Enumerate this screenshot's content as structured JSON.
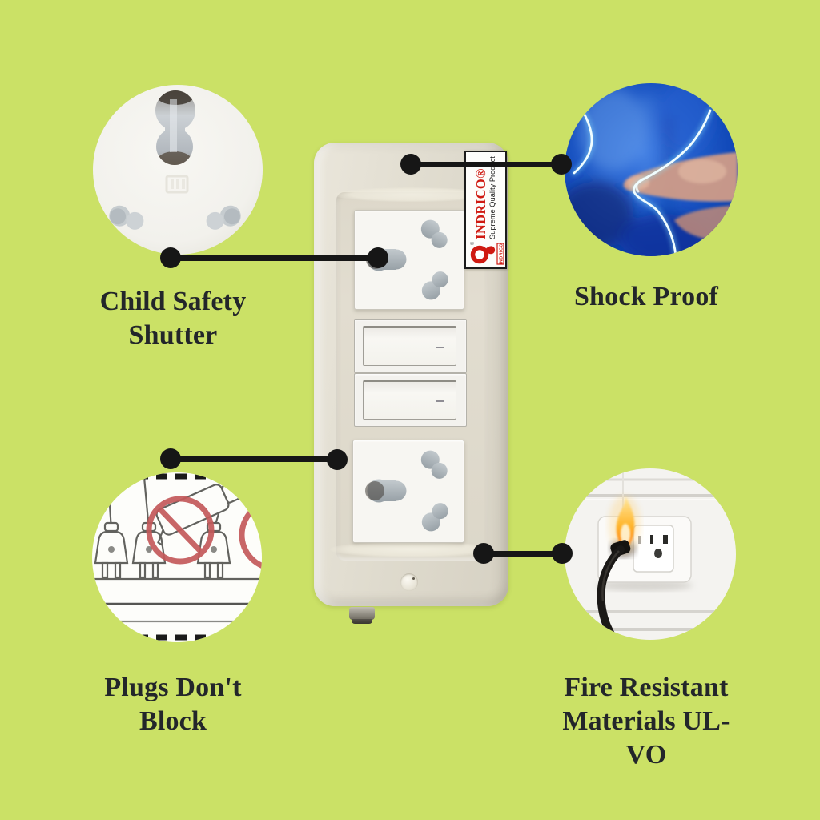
{
  "background_color": "#cbe166",
  "callout_color": "#161616",
  "text_color": "#23262a",
  "features": {
    "child_safety": {
      "label": "Child Safety Shutter",
      "lines": [
        "Child Safety",
        "Shutter"
      ],
      "icon": "socket-closeup-photo"
    },
    "shock_proof": {
      "label": "Shock Proof",
      "lines": [
        "Shock Proof"
      ],
      "icon": "electric-spark-finger-photo"
    },
    "plugs_dont_block": {
      "label": "Plugs Don't Block",
      "lines": [
        "Plugs Don't",
        "Block"
      ],
      "icon": "plug-row-no-block-illustration"
    },
    "fire_resistant": {
      "label": "Fire Resistant Materials UL-VO",
      "lines": [
        "Fire Resistant",
        "Materials UL-",
        "VO"
      ],
      "icon": "burning-outlet-photo"
    }
  },
  "product": {
    "brand": "INDRICO®",
    "tagline": "Supreme Quality Product",
    "logo_box_text": "INDRICO",
    "registered_mark": "®",
    "brand_color": "#cf1a12",
    "socket_count": 2,
    "switch_count": 2
  }
}
